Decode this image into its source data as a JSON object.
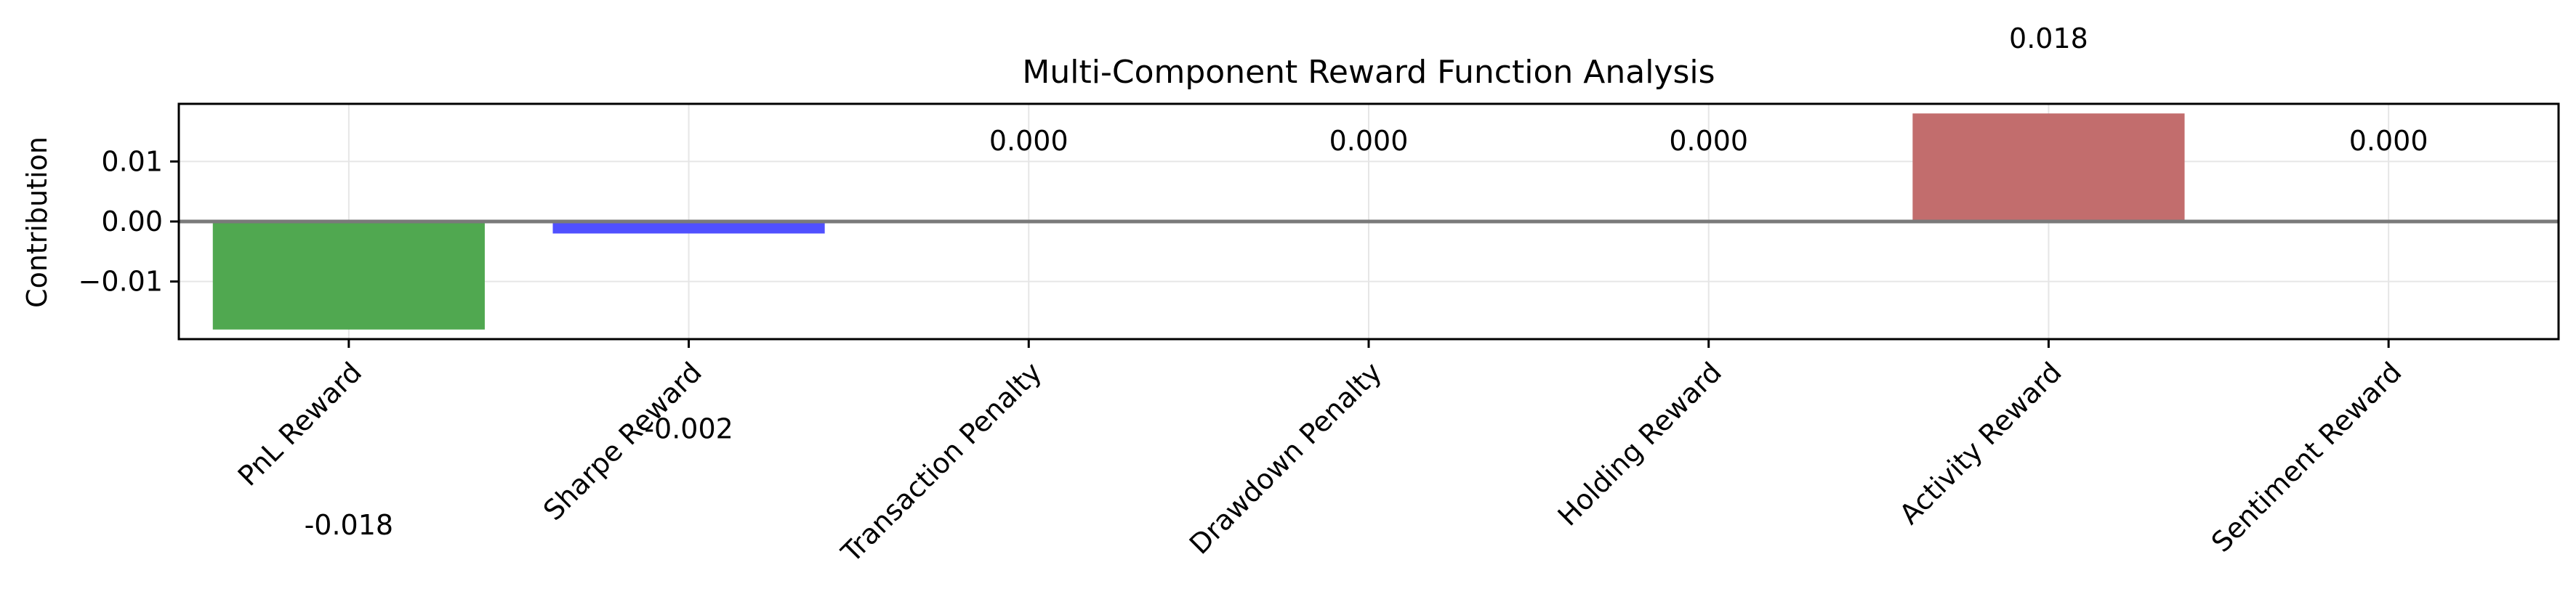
{
  "chart_data": {
    "type": "bar",
    "title": "Multi-Component Reward Function Analysis",
    "xlabel": "",
    "ylabel": "Contribution",
    "categories": [
      "PnL Reward",
      "Sharpe Reward",
      "Transaction Penalty",
      "Drawdown Penalty",
      "Holding Reward",
      "Activity Reward",
      "Sentiment Reward"
    ],
    "values": [
      -0.018,
      -0.002,
      0.0,
      0.0,
      0.0,
      0.018,
      0.0
    ],
    "value_labels": [
      "-0.018",
      "-0.002",
      "0.000",
      "0.000",
      "0.000",
      "0.018",
      "0.000"
    ],
    "colors": [
      "#4ca64c",
      "#4c4cff",
      "#ffa64c",
      "#ff4c4c",
      "#a64ca6",
      "#c16a6a",
      "#ff8cd9"
    ],
    "ylim": [
      -0.0196,
      0.0196
    ],
    "yticks": [
      -0.01,
      0.0,
      0.01
    ],
    "ytick_labels": [
      "−0.01",
      "0.00",
      "0.01"
    ],
    "grid": true,
    "zero_line": true
  }
}
